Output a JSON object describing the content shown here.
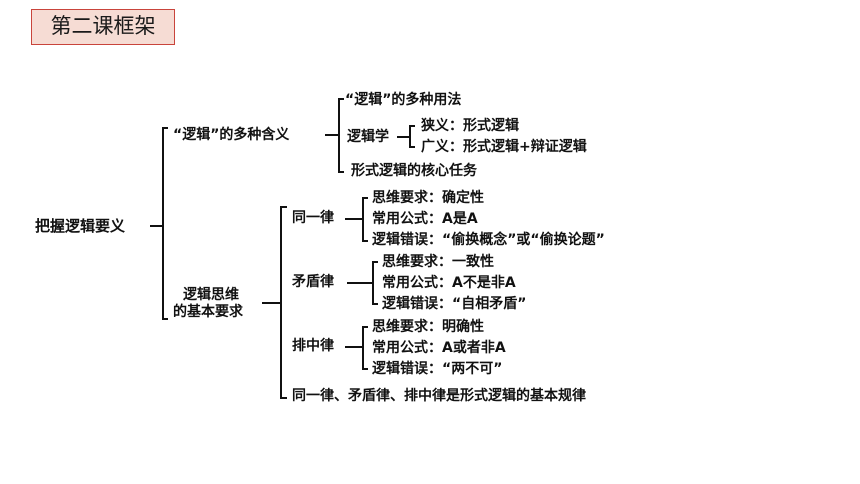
{
  "title": "第二课框架",
  "root": "把握逻辑要义",
  "meanings": {
    "label": "“逻辑”的多种含义",
    "usages": "“逻辑”的多种用法",
    "logic_science": "逻辑学",
    "narrow": "狭义：形式逻辑",
    "broad": "广义：形式逻辑+辩证逻辑",
    "core_task": "形式逻辑的核心任务"
  },
  "thinking": {
    "label_line1": "逻辑思维",
    "label_line2": "的基本要求",
    "identity": {
      "name": "同一律",
      "req": "思维要求：确定性",
      "formula": "常用公式：A是A",
      "error": "逻辑错误：“偷换概念”或“偷换论题”"
    },
    "contradiction": {
      "name": "矛盾律",
      "req": "思维要求：一致性",
      "formula": "常用公式：A不是非A",
      "error": "逻辑错误：“自相矛盾”"
    },
    "excluded_middle": {
      "name": "排中律",
      "req": "思维要求：明确性",
      "formula": "常用公式：A或者非A",
      "error": "逻辑错误：“两不可”"
    },
    "summary": "同一律、矛盾律、排中律是形式逻辑的基本规律"
  },
  "colors": {
    "title_bg": "#f6dcd4",
    "title_border": "#c9443b",
    "line": "#111111"
  }
}
